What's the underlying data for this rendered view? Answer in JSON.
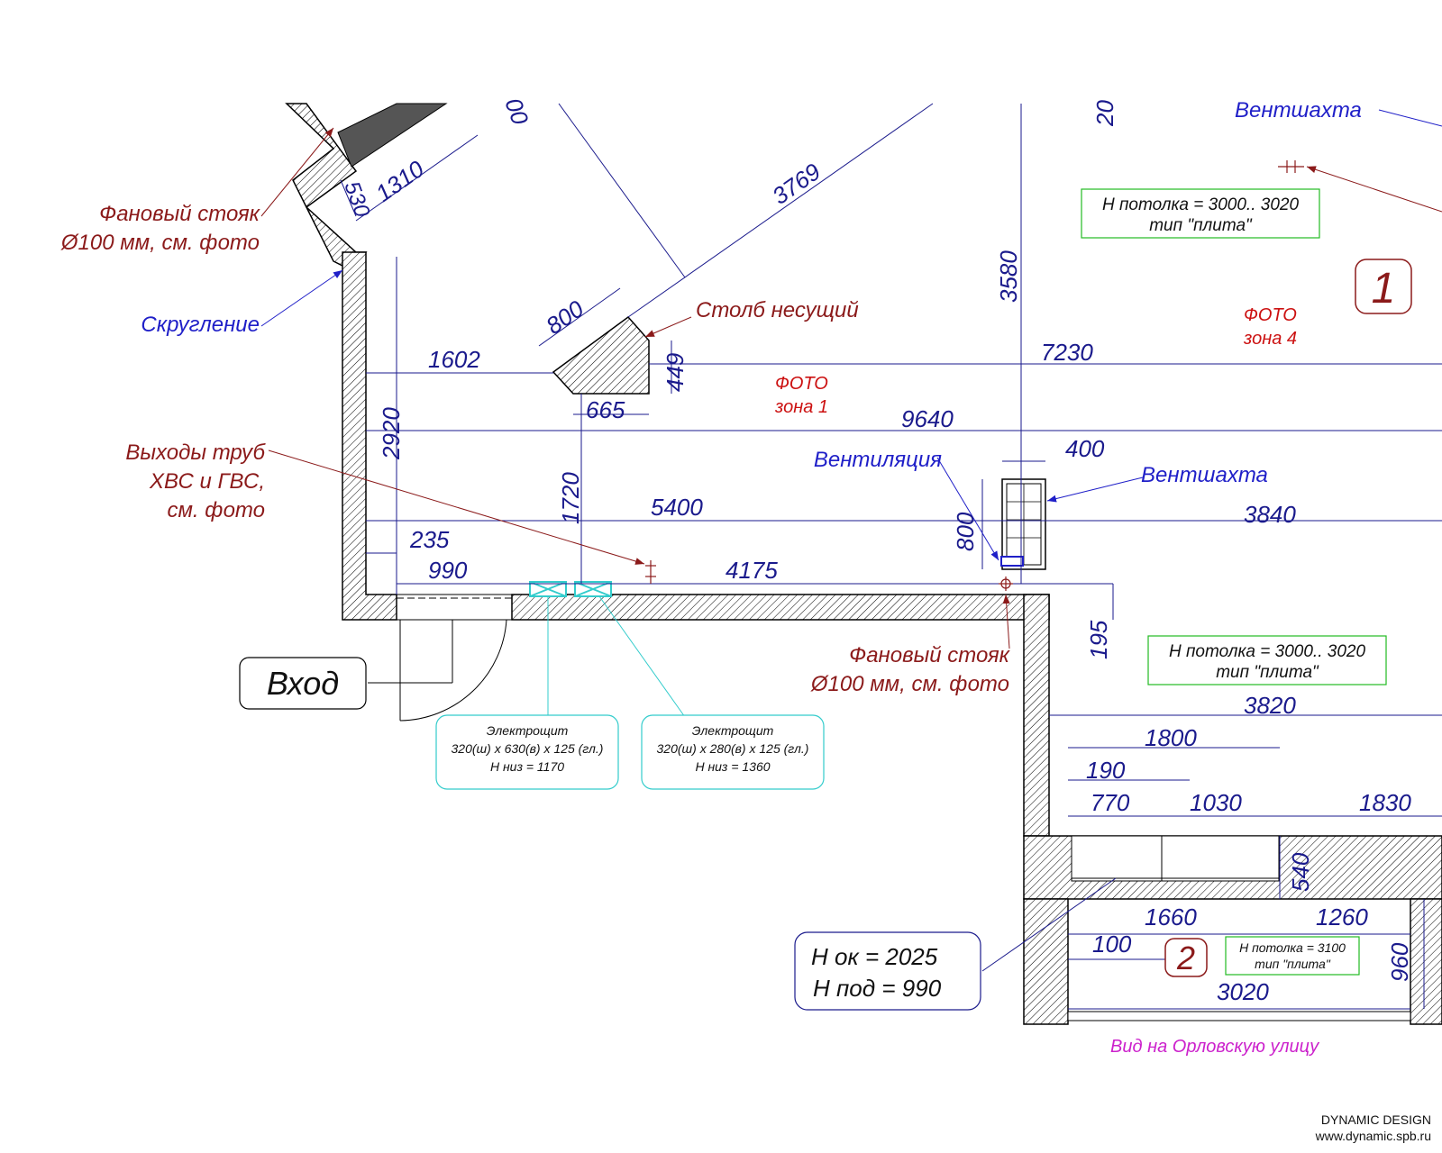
{
  "dimensions": {
    "d1310": "1310",
    "d530": "530",
    "d3769": "3769",
    "d800a": "800",
    "d1602": "1602",
    "d449": "449",
    "d665": "665",
    "d7230": "7230",
    "d9640": "9640",
    "d2920": "2920",
    "d1720": "1720",
    "d5400": "5400",
    "d3840": "3840",
    "d235": "235",
    "d990": "990",
    "d4175": "4175",
    "d400": "400",
    "d800b": "800",
    "d3580": "3580",
    "d195": "195",
    "d3820": "3820",
    "d1800": "1800",
    "d190": "190",
    "d770": "770",
    "d1030": "1030",
    "d1830": "1830",
    "d540": "540",
    "d1660": "1660",
    "d1260": "1260",
    "d100": "100",
    "d3020": "3020",
    "d960": "960",
    "d_partial_top": "00",
    "d_partial_top2": "20"
  },
  "labels": {
    "fan_riser_1_line1": "Фановый стояк",
    "fan_riser_1_line2": "Ø100 мм, см. фото",
    "rounding": "Скругление",
    "load_column": "Столб несущий",
    "pipes_line1": "Выходы труб",
    "pipes_line2": "ХВС и ГВС,",
    "pipes_line3": "см. фото",
    "ventilation": "Вентиляция",
    "vent_shaft_1": "Вентшахта",
    "vent_shaft_2": "Вентшахта",
    "fan_riser_2_line1": "Фановый стояк",
    "fan_riser_2_line2": "Ø100 мм, см. фото",
    "photo_zone1_line1": "ФОТО",
    "photo_zone1_line2": "зона 1",
    "photo_zone4_line1": "ФОТО",
    "photo_zone4_line2": "зона 4",
    "view_street": "Вид на Орловскую улицу"
  },
  "ceiling_boxes": [
    {
      "line1": "Н потолка = 3000.. 3020",
      "line2": "тип \"плита\""
    },
    {
      "line1": "Н потолка = 3000.. 3020",
      "line2": "тип \"плита\""
    },
    {
      "line1": "Н потолка = 3100",
      "line2": "тип \"плита\""
    }
  ],
  "entrance": "Вход",
  "window_box": {
    "line1": "Н ок =  2025",
    "line2": "Н под = 990"
  },
  "panels": [
    {
      "title": "Электрощит",
      "size": "320(ш) x 630(в) x 125 (гл.)",
      "h": "Н низ = 1170"
    },
    {
      "title": "Электрощит",
      "size": "320(ш) x 280(в) x 125 (гл.)",
      "h": "Н низ = 1360"
    }
  ],
  "rooms": {
    "room1": "1",
    "room2": "2"
  },
  "credits": {
    "company": "DYNAMIC DESIGN",
    "url": "www.dynamic.spb.ru"
  },
  "colors": {
    "dimension": "#1a1a8c",
    "note_red": "#8b1a1a",
    "note_blue": "#1f1fc8",
    "ceiling_box": "#22bb22",
    "panel": "#33cccc",
    "street": "#cc22cc"
  }
}
